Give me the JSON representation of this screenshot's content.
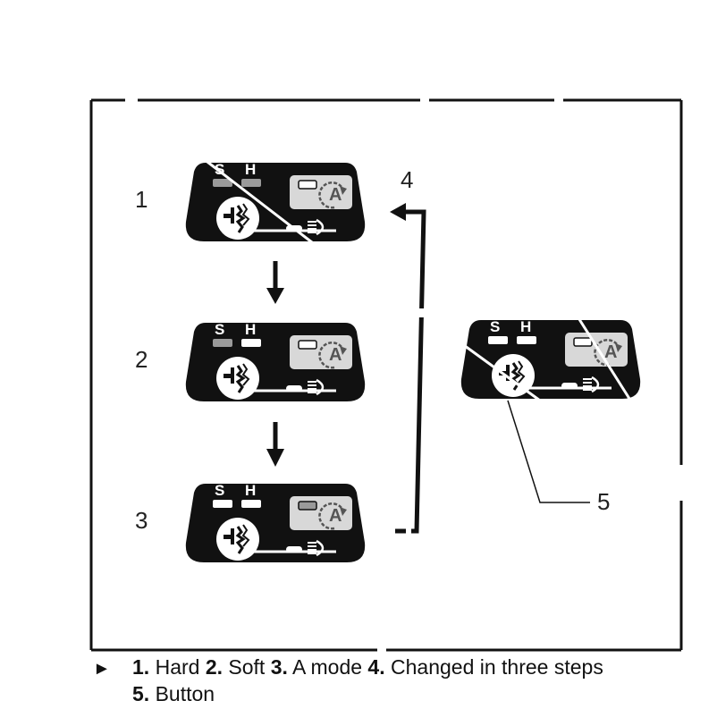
{
  "panel": {
    "label_soft": "S",
    "label_hard": "H",
    "label_auto": "A"
  },
  "callouts": [
    "1",
    "2",
    "3",
    "4",
    "5"
  ],
  "caption": {
    "bullet": "►",
    "items": [
      {
        "num": "1.",
        "text": " Hard "
      },
      {
        "num": "2.",
        "text": " Soft "
      },
      {
        "num": "3.",
        "text": " A mode "
      },
      {
        "num": "4.",
        "text": " Changed in three steps"
      },
      {
        "num": "5.",
        "text": " Button"
      }
    ]
  },
  "colors": {
    "panel": "#111111",
    "indicator_on": "#9a9a9a",
    "indicator_off": "#ffffff",
    "auto_box": "#d8d8d8"
  }
}
